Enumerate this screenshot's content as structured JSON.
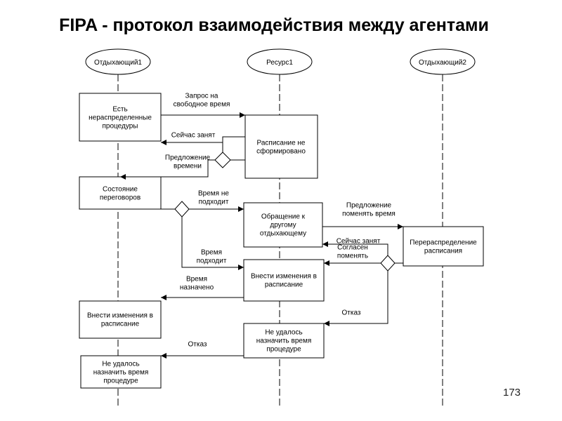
{
  "title": "FIPA - протокол взаимодействия между агентами",
  "slide_number": "173",
  "actors": {
    "a1": "Отдыхающий1",
    "res": "Ресурс1",
    "a2": "Отдыхающий2"
  },
  "boxes": {
    "a1_free": [
      "Есть",
      "нераспределенные",
      "процедуры"
    ],
    "res_schedule": [
      "Расписание не",
      "сформировано"
    ],
    "a1_state": [
      "Состояние",
      "переговоров"
    ],
    "res_request": [
      "Обращение к",
      "другому",
      "отдыхающему"
    ],
    "a2_redistribute": [
      "Перераспределение",
      "расписания"
    ],
    "res_changes": [
      "Внести изменения в",
      "расписание"
    ],
    "a1_changes": [
      "Внести изменения в",
      "расписание"
    ],
    "res_fail": [
      "Не удалось",
      "назначить время",
      "процедуре"
    ],
    "a1_fail": [
      "Не удалось",
      "назначить время",
      "процедуре"
    ]
  },
  "messages": {
    "m1": [
      "Запрос на",
      "свободное время"
    ],
    "m2": [
      "Сейчас занят"
    ],
    "m3": [
      "Предложение",
      "времени"
    ],
    "m4": [
      "Время не",
      "подходит"
    ],
    "m5": [
      "Предложение",
      "поменять время"
    ],
    "m6": [
      "Сейчас занят"
    ],
    "m7": [
      "Согласен",
      "поменять"
    ],
    "m8": [
      "Время",
      "подходит"
    ],
    "m9": [
      "Время",
      "назначено"
    ],
    "m10": [
      "Отказ"
    ],
    "m11": [
      "Отказ"
    ]
  }
}
